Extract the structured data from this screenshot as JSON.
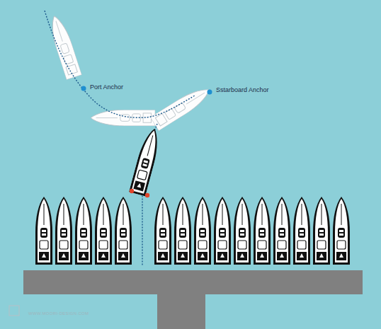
{
  "diagram": {
    "labels": [
      "Port Anchor",
      "Sstarboard Anchor",
      "WWW.MOORI-DESIGN.COM"
    ]
  }
}
